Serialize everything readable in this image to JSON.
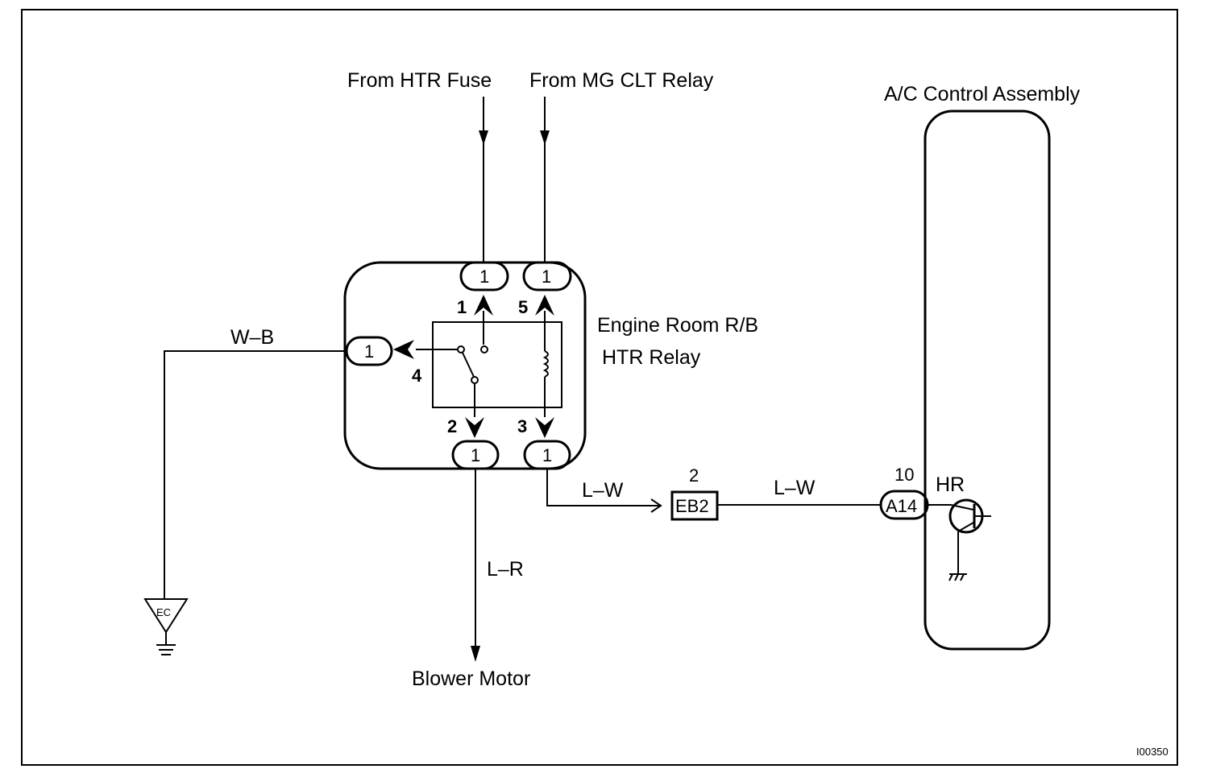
{
  "labels": {
    "from_htr_fuse": "From HTR Fuse",
    "from_mg_clt_relay": "From MG CLT Relay",
    "ac_control_assembly": "A/C Control Assembly",
    "engine_room_rb": "Engine Room R/B",
    "htr_relay": "HTR Relay",
    "blower_motor": "Blower Motor",
    "figure_id": "I00350"
  },
  "wires": {
    "wb": "W–B",
    "lw_1": "L–W",
    "lw_2": "L–W",
    "lr": "L–R"
  },
  "relay_pins": {
    "p1": "1",
    "p5": "5",
    "p4": "4",
    "p2": "2",
    "p3": "3"
  },
  "connector_pins": {
    "top_left": "1",
    "top_right": "1",
    "left": "1",
    "bottom_left": "1",
    "bottom_right": "1"
  },
  "connectors": {
    "eb2": "EB2",
    "eb2_pin": "2",
    "a14": "A14",
    "a14_pin": "10",
    "hr": "HR"
  },
  "ground": {
    "ec": "EC"
  }
}
